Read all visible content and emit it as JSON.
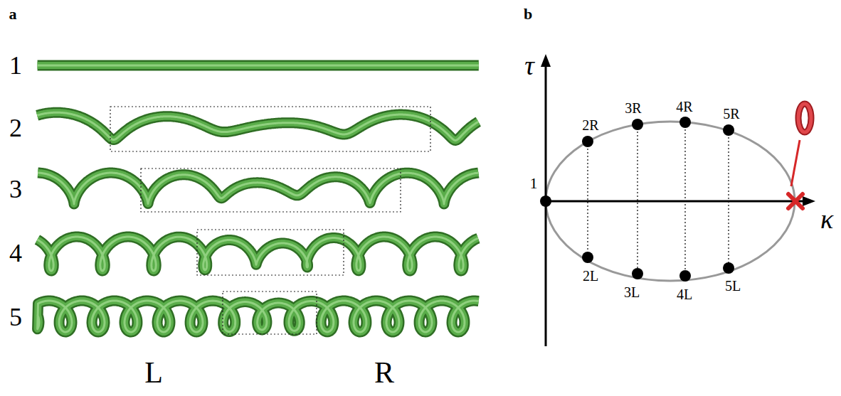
{
  "diagram": {
    "labels": [
      "a",
      "b",
      "1",
      "2",
      "3",
      "4",
      "5",
      "L",
      "R",
      "τ",
      "κ",
      "1",
      "2R",
      "3R",
      "4R",
      "5R",
      "2L",
      "3L",
      "4L",
      "5L"
    ]
  }
}
